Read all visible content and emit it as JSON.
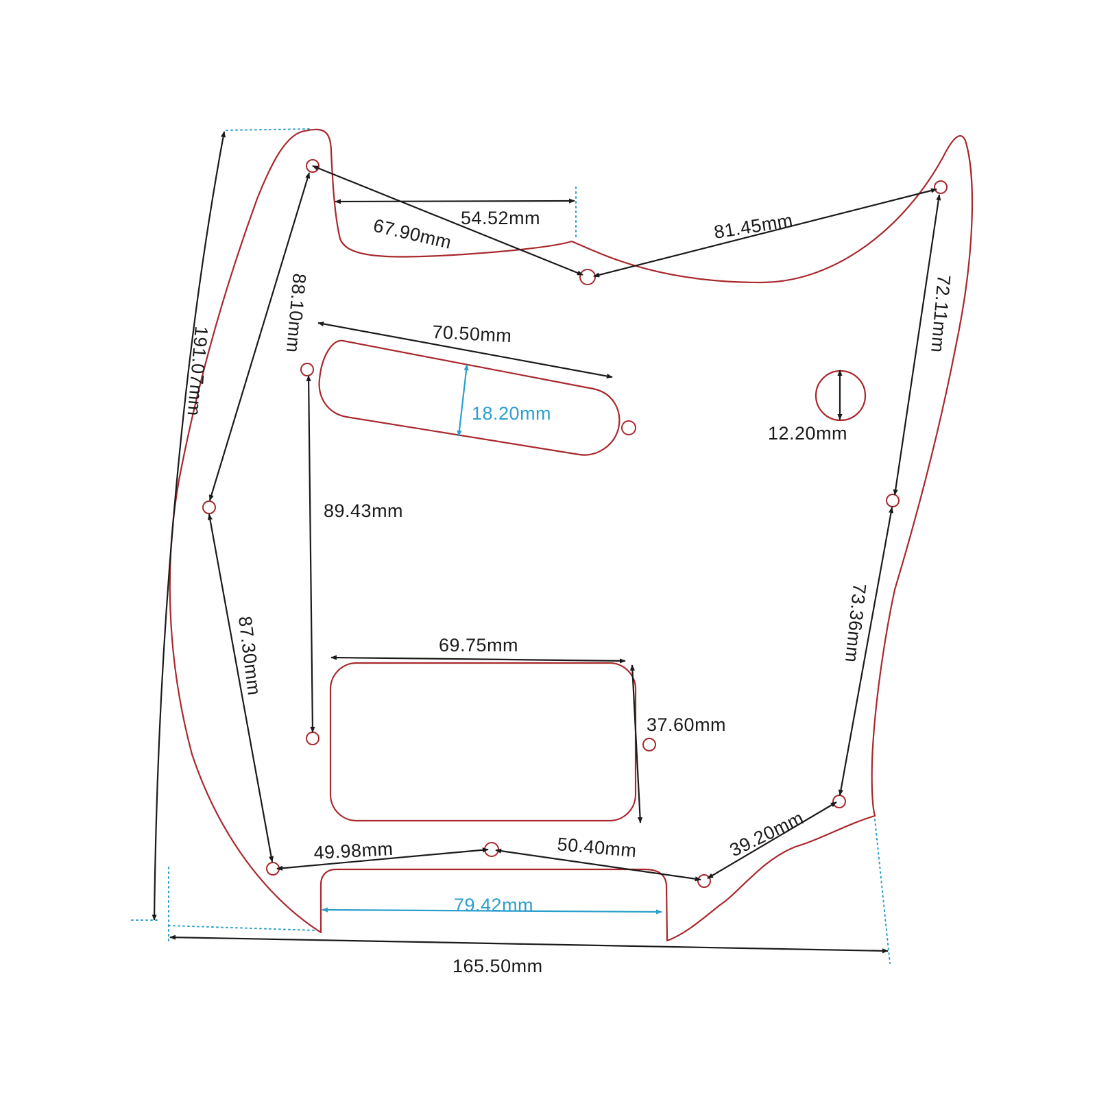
{
  "colors": {
    "outline": "#a8282c",
    "dimension": "#1a1a1a",
    "accent": "#2a9fcc",
    "dotted": "#2a9fcc"
  },
  "labels": {
    "top_left_width": "54.52mm",
    "top_left_diag": "67.90mm",
    "top_right_diag": "81.45mm",
    "left_upper_diag": "88.10mm",
    "overall_height": "191.07mm",
    "right_upper": "72.11mm",
    "single_coil_length": "70.50mm",
    "single_coil_width": "18.20mm",
    "knob_diameter": "12.20mm",
    "pickup_spacing": "89.43mm",
    "left_lower_diag": "87.30mm",
    "right_lower": "73.36mm",
    "humbucker_length": "69.75mm",
    "humbucker_width": "37.60mm",
    "bottom_left": "49.98mm",
    "bottom_mid": "50.40mm",
    "bottom_right_diag": "39.20mm",
    "neck_cutout": "79.42mm",
    "overall_width": "165.50mm"
  }
}
